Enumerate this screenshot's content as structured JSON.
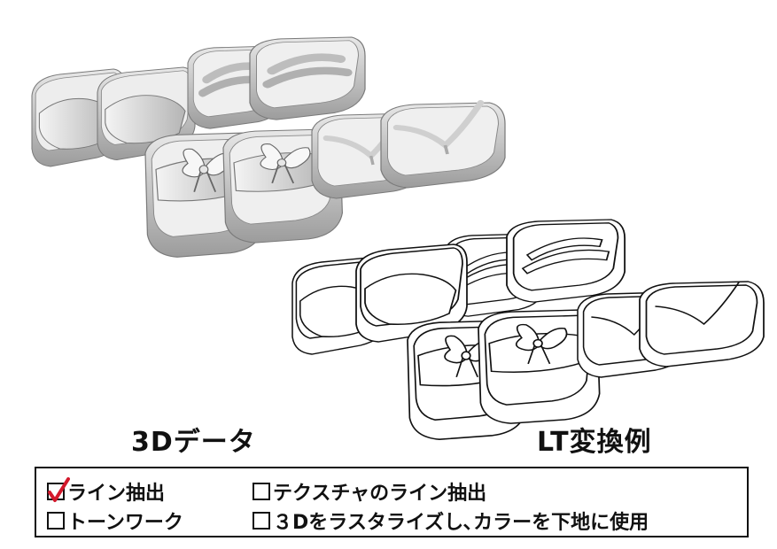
{
  "captions": {
    "left": "3Dデータ",
    "right": "LT変換例"
  },
  "options": [
    {
      "label": "ライン抽出",
      "checked": true
    },
    {
      "label": "テクスチャのライン抽出",
      "checked": false
    },
    {
      "label": "トーンワーク",
      "checked": false
    },
    {
      "label": "３Dをラスタライズし､カラーを下地に使用",
      "checked": false
    }
  ],
  "colors": {
    "check_mark": "#d3182b",
    "border": "#111111",
    "shade_light": "#f2f2f2",
    "shade_dark": "#9a9a9a"
  }
}
